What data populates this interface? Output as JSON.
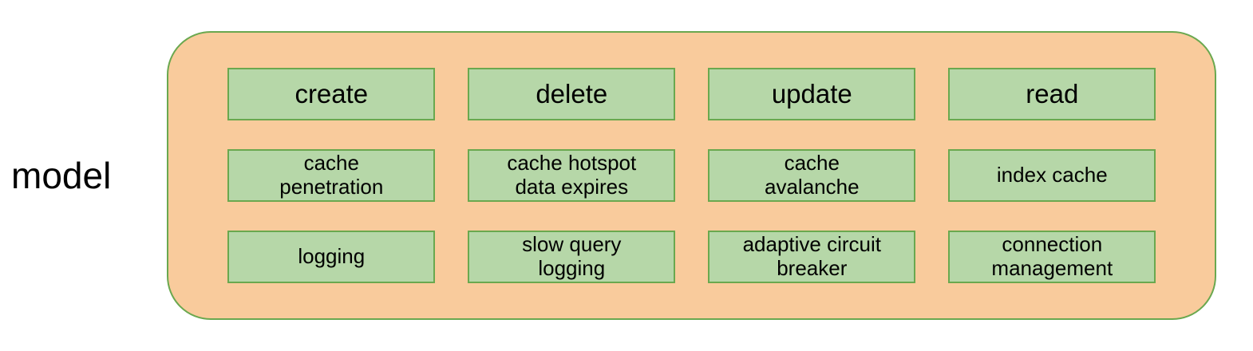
{
  "diagram": {
    "label": "model",
    "grid": {
      "rows": [
        {
          "cells": [
            "create",
            "delete",
            "update",
            "read"
          ]
        },
        {
          "cells": [
            "cache\npenetration",
            "cache hotspot\ndata expires",
            "cache\navalanche",
            "index cache"
          ]
        },
        {
          "cells": [
            "logging",
            "slow query\nlogging",
            "adaptive circuit\nbreaker",
            "connection\nmanagement"
          ]
        }
      ]
    },
    "colors": {
      "container_fill": "#f9cb9c",
      "container_border": "#6aa84f",
      "box_fill": "#b6d7a8",
      "box_border": "#6aa84f",
      "text": "#000000"
    }
  }
}
